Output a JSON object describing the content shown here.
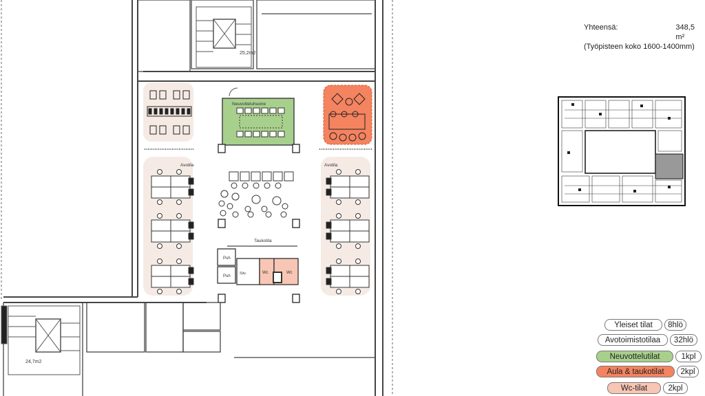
{
  "plan": {
    "rooms": {
      "meeting": "Neuvotteluhuone",
      "open_left": "Avotila",
      "open_right": "Avotila",
      "break": "Taukotila",
      "phone_1": "Puh",
      "phone_2": "Puh",
      "cleaning": "Siiv.",
      "wc_1": "Wc",
      "wc_2": "Wc"
    },
    "areas": {
      "stair_top": "25,2m2",
      "stair_bottom": "24,7m2"
    }
  },
  "summary": {
    "total_label": "Yhteensä:",
    "total_value": "348,5 m²",
    "workstation_note": "(Työpisteen koko 1600-1400mm)"
  },
  "legend": [
    {
      "label": "Yleiset tilat",
      "count": "8hlö",
      "color": "#ffffff"
    },
    {
      "label": "Avotoimistotilaa",
      "count": "32hlö",
      "color": "#ffffff"
    },
    {
      "label": "Neuvottelutilat",
      "count": "1kpl",
      "color": "#a8d08d"
    },
    {
      "label": "Aula & taukotilat",
      "count": "2kpl",
      "color": "#f4835f"
    },
    {
      "label": "Wc-tilat",
      "count": "2kpl",
      "color": "#f8c6b4"
    }
  ],
  "colors": {
    "zone": "#f5ebe4",
    "meeting": "#a8d08d",
    "lounge": "#f4835f",
    "wc": "#f8c6b4",
    "wall": "#444444"
  }
}
